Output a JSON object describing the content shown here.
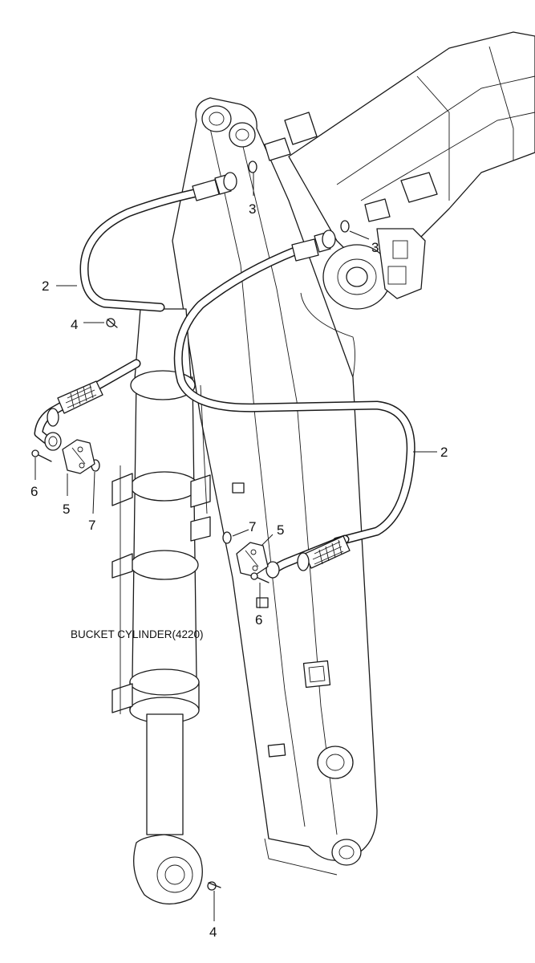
{
  "caption": "BUCKET CYLINDER(4220)",
  "callouts": {
    "c1": "2",
    "c2": "2",
    "c3": "3",
    "c4": "3",
    "c5": "4",
    "c6": "4",
    "c7": "5",
    "c8": "5",
    "c9": "6",
    "c10": "6",
    "c11": "7",
    "c12": "7"
  }
}
